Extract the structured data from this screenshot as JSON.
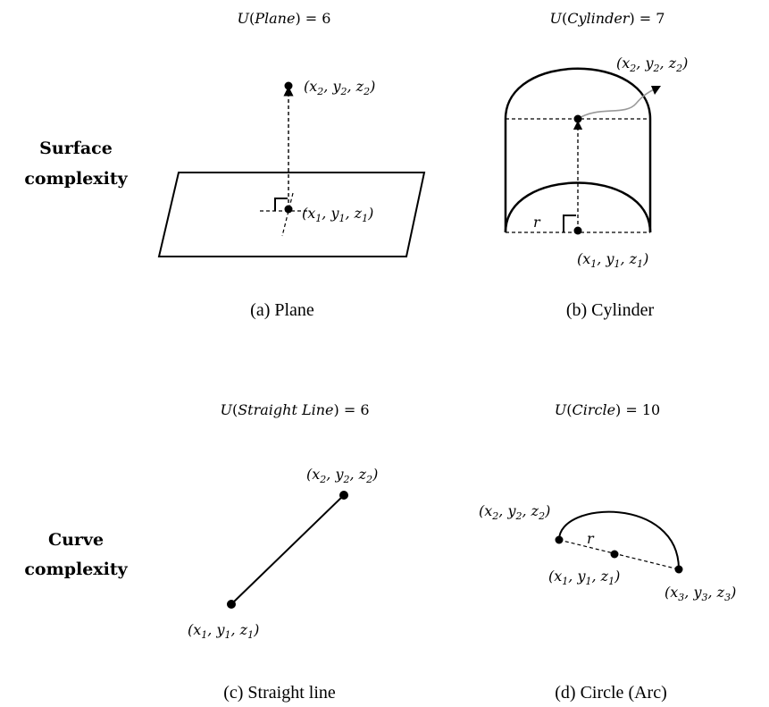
{
  "row_labels": {
    "surface_line1": "Surface",
    "surface_line2": "complexity",
    "curve_line1": "Curve",
    "curve_line2": "complexity"
  },
  "panels": {
    "plane": {
      "title_func": "U",
      "title_arg": "Plane",
      "title_value": "6",
      "caption": "(a) Plane"
    },
    "cylinder": {
      "title_func": "U",
      "title_arg": "Cylinder",
      "title_value": "7",
      "caption": "(b) Cylinder",
      "radius_label": "r"
    },
    "line": {
      "title_func": "U",
      "title_arg": "Straight Line",
      "title_value": "6",
      "caption": "(c) Straight line"
    },
    "circle": {
      "title_func": "U",
      "title_arg": "Circle",
      "title_value": "10",
      "caption": "(d) Circle (Arc)",
      "radius_label": "r"
    }
  },
  "points": {
    "p1": {
      "x": "x",
      "y": "y",
      "z": "z",
      "sub": "1"
    },
    "p2": {
      "x": "x",
      "y": "y",
      "z": "z",
      "sub": "2"
    },
    "p3": {
      "x": "x",
      "y": "y",
      "z": "z",
      "sub": "3"
    }
  }
}
